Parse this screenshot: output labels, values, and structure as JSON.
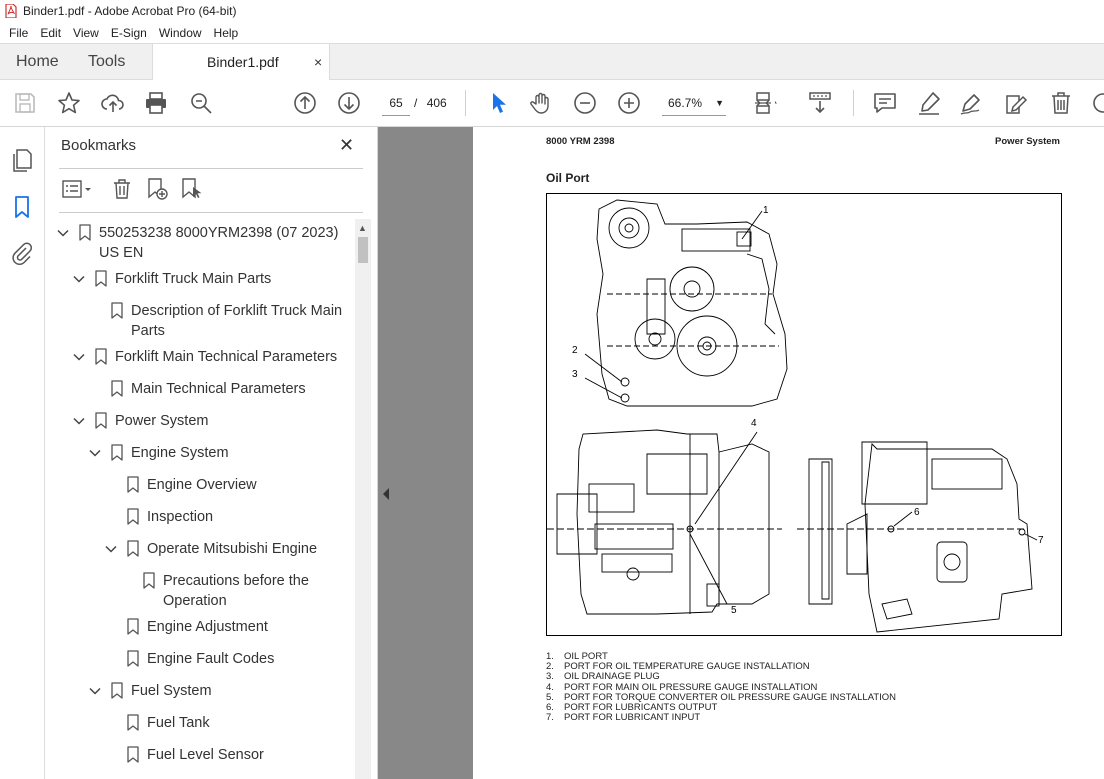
{
  "window": {
    "title": "Binder1.pdf - Adobe Acrobat Pro (64-bit)"
  },
  "menu": [
    "File",
    "Edit",
    "View",
    "E-Sign",
    "Window",
    "Help"
  ],
  "tabs": {
    "home": "Home",
    "tools": "Tools",
    "document": "Binder1.pdf",
    "close": "×"
  },
  "toolbar": {
    "current_page": "65",
    "page_separator": "/",
    "total_pages": "406",
    "zoom": "66.7%"
  },
  "bookmarks": {
    "header": "Bookmarks",
    "close": "✕",
    "items": [
      {
        "label": "550253238 8000YRM2398 (07 2023)",
        "label2": "US EN",
        "level": 0,
        "expanded": true
      },
      {
        "label": "Forklift Truck Main Parts",
        "level": 1,
        "expanded": true
      },
      {
        "label": "Description of Forklift Truck Main",
        "label2": "Parts",
        "level": 2
      },
      {
        "label": "Forklift Main Technical Parameters",
        "level": 1,
        "expanded": true
      },
      {
        "label": "Main Technical Parameters",
        "level": 2
      },
      {
        "label": "Power System",
        "level": 1,
        "expanded": true
      },
      {
        "label": "Engine System",
        "level": 2,
        "expanded": true
      },
      {
        "label": "Engine Overview",
        "level": 3
      },
      {
        "label": "Inspection",
        "level": 3
      },
      {
        "label": "Operate Mitsubishi Engine",
        "level": 3,
        "expanded": true
      },
      {
        "label": "Precautions before the",
        "label2": "Operation",
        "level": 4
      },
      {
        "label": "Engine Adjustment",
        "level": 3
      },
      {
        "label": "Engine Fault Codes",
        "level": 3
      },
      {
        "label": "Fuel System",
        "level": 2,
        "expanded": true
      },
      {
        "label": "Fuel Tank",
        "level": 3
      },
      {
        "label": "Fuel Level Sensor",
        "level": 3
      }
    ]
  },
  "page": {
    "header_left": "8000 YRM 2398",
    "header_right": "Power System",
    "title": "Oil Port",
    "callouts": [
      "1",
      "2",
      "3",
      "4",
      "5",
      "6",
      "7"
    ],
    "legend": [
      {
        "n": "1.",
        "text": "OIL PORT"
      },
      {
        "n": "2.",
        "text": "PORT FOR OIL TEMPERATURE GAUGE INSTALLATION"
      },
      {
        "n": "3.",
        "text": "OIL DRAINAGE PLUG"
      },
      {
        "n": "4.",
        "text": "PORT FOR MAIN OIL PRESSURE GAUGE INSTALLATION"
      },
      {
        "n": "5.",
        "text": "PORT FOR TORQUE CONVERTER OIL PRESSURE GAUGE INSTALLATION"
      },
      {
        "n": "6.",
        "text": "PORT FOR LUBRICANTS OUTPUT"
      },
      {
        "n": "7.",
        "text": "PORT FOR LUBRICANT INPUT"
      }
    ]
  },
  "colors": {
    "accent_blue": "#1a73e8",
    "acrobat_red": "#d32f2f",
    "doc_background": "#888888"
  }
}
